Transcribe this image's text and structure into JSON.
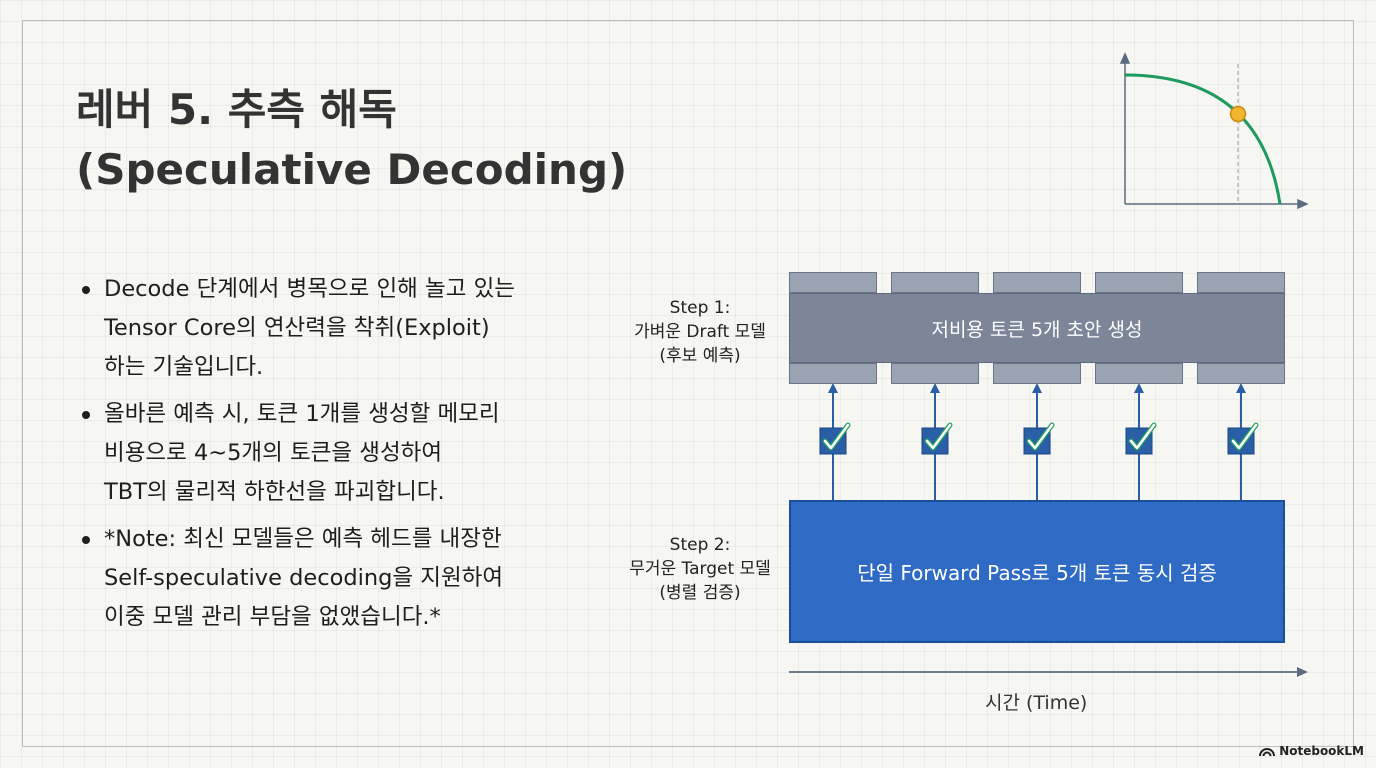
{
  "title": {
    "line1": "레버 5. 추측 해독",
    "line2": "(Speculative Decoding)"
  },
  "bullets": [
    {
      "lines": [
        "Decode 단계에서 병목으로 인해 놀고 있는",
        "Tensor Core의 연산력을 착취(Exploit)",
        "하는 기술입니다."
      ]
    },
    {
      "lines": [
        "올바른 예측 시, 토큰 1개를 생성할 메모리",
        "비용으로 4~5개의 토큰을 생성하여",
        "TBT의 물리적 하한선을 파괴합니다."
      ]
    },
    {
      "lines": [
        "*Note: 최신 모델들은 예측 헤드를 내장한",
        "Self-speculative decoding을 지원하여",
        "이중 모델 관리 부담을 없앴습니다.*"
      ]
    }
  ],
  "diagram": {
    "step1": {
      "line1": "Step 1:",
      "line2": "가벼운 Draft 모델",
      "line3": "(후보 예측)"
    },
    "step2": {
      "line1": "Step 2:",
      "line2": "무거운 Target 모델",
      "line3": "(병렬 검증)"
    },
    "draft_bar_label": "저비용 토큰 5개 초안 생성",
    "target_bar_label": "단일 Forward Pass로 5개 토큰 동시 검증",
    "time_axis_label": "시간 (Time)",
    "token_count": 5
  },
  "colors": {
    "draft": "#7c8698",
    "target": "#2f6bc4",
    "check_box": "#2a5fa8",
    "check_mark": "#22a35a",
    "curve": "#1e9a5c",
    "marker": "#f2b631",
    "axis": "#5b6b80"
  },
  "brand": "NotebookLM",
  "icons": [
    "checkbox-check-icon",
    "notebooklm-logo-icon"
  ]
}
